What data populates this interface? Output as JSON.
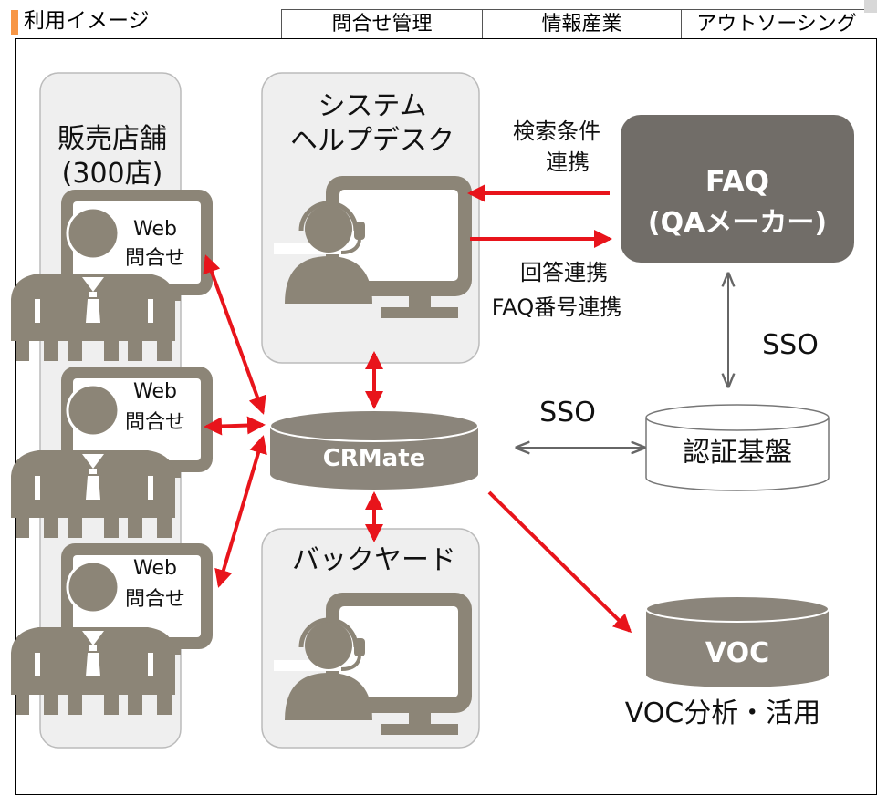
{
  "header": {
    "title": "利用イメージ",
    "accent_color": "#f79646",
    "tabs": [
      "問合せ管理",
      "情報産業",
      "アウトソーシング"
    ]
  },
  "diagram": {
    "stores": {
      "title_line1": "販売店舗",
      "title_line2": "(300店)"
    },
    "store_terminals": [
      {
        "line1": "Web",
        "line2": "問合せ"
      },
      {
        "line1": "Web",
        "line2": "問合せ"
      },
      {
        "line1": "Web",
        "line2": "問合せ"
      }
    ],
    "helpdesk": {
      "line1": "システム",
      "line2": "ヘルプデスク"
    },
    "backyard": {
      "label": "バックヤード"
    },
    "crmate": {
      "label": "CRMate"
    },
    "faq": {
      "line1": "FAQ",
      "line2": "(QAメーカー)"
    },
    "auth": {
      "label": "認証基盤"
    },
    "voc": {
      "label": "VOC",
      "caption": "VOC分析・活用"
    },
    "edges": {
      "search_line1": "検索条件",
      "search_line2": "連携",
      "answer_line1": "回答連携",
      "answer_line2": "FAQ番号連携",
      "sso_faq_auth": "SSO",
      "sso_crm_auth": "SSO"
    },
    "colors": {
      "arrow_red": "#e8141b",
      "icon_gray": "#8c8577",
      "box_fill": "#efefef",
      "faq_fill": "#716d68",
      "db_fill": "#8b857b"
    }
  }
}
